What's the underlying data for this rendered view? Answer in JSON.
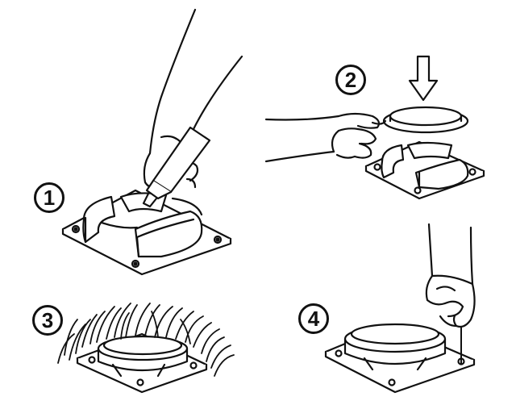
{
  "steps": [
    {
      "number": "1",
      "illustration": "apply-adhesive"
    },
    {
      "number": "2",
      "illustration": "place-cover"
    },
    {
      "number": "3",
      "illustration": "install-in-lawn"
    },
    {
      "number": "4",
      "illustration": "fasten-pin"
    }
  ],
  "colors": {
    "line": "#111111",
    "background": "#ffffff"
  }
}
